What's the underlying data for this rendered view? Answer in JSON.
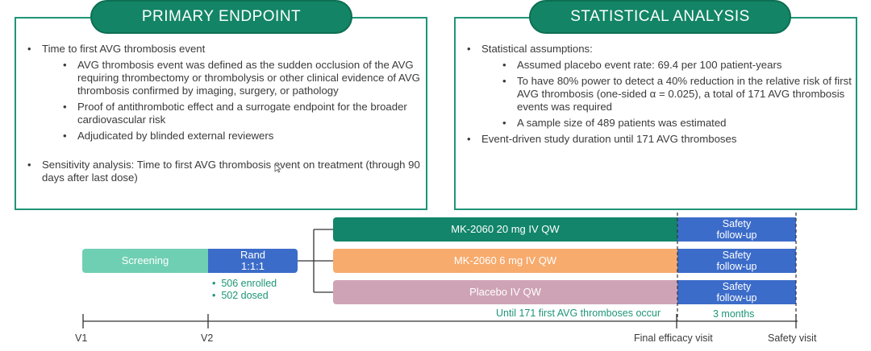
{
  "primary": {
    "title": "PRIMARY ENDPOINT",
    "b1": "Time to first AVG thrombosis event",
    "b1_subs": [
      "AVG thrombosis event was defined as the sudden occlusion of the AVG requiring thrombectomy or thrombolysis or other clinical evidence of AVG thrombosis confirmed by imaging, surgery, or pathology",
      "Proof of antithrombotic effect and a surrogate endpoint for the broader cardiovascular risk",
      "Adjudicated by blinded external reviewers"
    ],
    "b2": "Sensitivity analysis: Time to first AVG thrombosis event on treatment (through 90 days after last dose)"
  },
  "stats": {
    "title": "STATISTICAL ANALYSIS",
    "b1": "Statistical assumptions:",
    "b1_subs": [
      "Assumed placebo event rate: 69.4 per 100 patient-years",
      "To have 80% power to detect a 40% reduction in the relative risk of first AVG thrombosis (one-sided α = 0.025), a total of 171 AVG thrombosis events was required",
      "A sample size of 489 patients was estimated"
    ],
    "b2": "Event-driven study duration until 171 AVG thromboses"
  },
  "design": {
    "screening": "Screening",
    "rand_line1": "Rand",
    "rand_line2": "1:1:1",
    "enrolled": "506 enrolled",
    "dosed": "502 dosed",
    "arms": [
      {
        "label": "MK-2060 20 mg IV QW",
        "color": "#12856a"
      },
      {
        "label": "MK-2060 6 mg IV QW",
        "color": "#f7ab6d"
      },
      {
        "label": "Placebo IV QW",
        "color": "#cfa3b6"
      }
    ],
    "safety_line1": "Safety",
    "safety_line2": "follow-up",
    "until_text": "Until 171 first AVG thromboses occur",
    "months_text": "3 months",
    "timeline": {
      "v1": "V1",
      "v2": "V2",
      "final": "Final efficacy visit",
      "safety_visit": "Safety visit"
    }
  }
}
